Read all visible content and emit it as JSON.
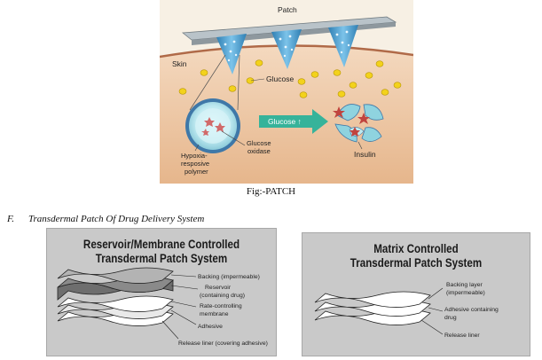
{
  "figure_patch": {
    "labels": {
      "patch": "Patch",
      "skin": "Skin",
      "glucose": "Glucose",
      "glucose_arrow": "Glucose ↑",
      "glucose_oxidase_1": "Glucose",
      "glucose_oxidase_2": "oxidase",
      "polymer_1": "Hypoxia-",
      "polymer_2": "resposive",
      "polymer_3": "polymer",
      "insulin": "Insulin"
    },
    "colors": {
      "skin_top": "#f3d2b4",
      "skin_bottom": "#e8b98f",
      "glucose_dot": "#f3d21c",
      "needle": "#4a9fd0",
      "arrow": "#36b39a"
    }
  },
  "caption": "Fig:-PATCH",
  "section": {
    "number": "F.",
    "title": "Transdermal Patch Of Drug Delivery System"
  },
  "reservoir_panel": {
    "title_line1": "Reservoir/Membrane Controlled",
    "title_line2": "Transdermal Patch System",
    "labels": {
      "backing": "Backing (impermeable)",
      "reservoir_1": "Reservoir",
      "reservoir_2": "(containing drug)",
      "rate_1": "Rate-controlling",
      "rate_2": "membrane",
      "adhesive": "Adhesive",
      "release": "Release liner (covering adhesive)"
    }
  },
  "matrix_panel": {
    "title_line1": "Matrix Controlled",
    "title_line2": "Transdermal Patch System",
    "labels": {
      "backing_1": "Backing layer",
      "backing_2": "(impermeable)",
      "adhesive_1": "Adhesive containing",
      "adhesive_2": "drug",
      "release": "Release liner"
    }
  }
}
